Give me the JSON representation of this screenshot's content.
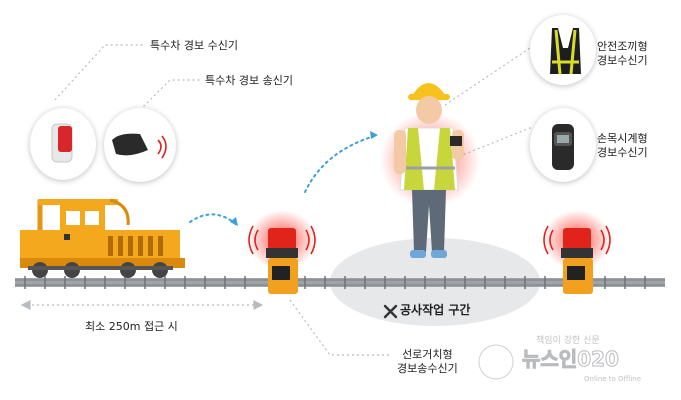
{
  "labels": {
    "special_vehicle_receiver": "특수차 경보 수신기",
    "special_vehicle_transmitter": "특수차 경보 송신기",
    "vest_receiver": "안전조끼형\n경보수신기",
    "watch_receiver": "손목시계형\n경보수신기",
    "work_zone": "공사작업 구간",
    "approach_distance": "최소 250m 접근 시",
    "trackside_device": "선로거치형\n경보송수신기"
  },
  "watermark": {
    "tagline_top": "책임이 강한 신문",
    "brand": "뉴스인020",
    "tagline_bottom": "Online to Offline"
  },
  "colors": {
    "train_body": "#f4a81d",
    "train_dark": "#d98a0c",
    "rail": "#8a8f94",
    "beacon_red": "#e0231b",
    "glow": "#ff6b5e",
    "vest": "#c8d84a",
    "arrow_blue": "#3aa0d8",
    "zone_ellipse": "#e6e7e9"
  }
}
